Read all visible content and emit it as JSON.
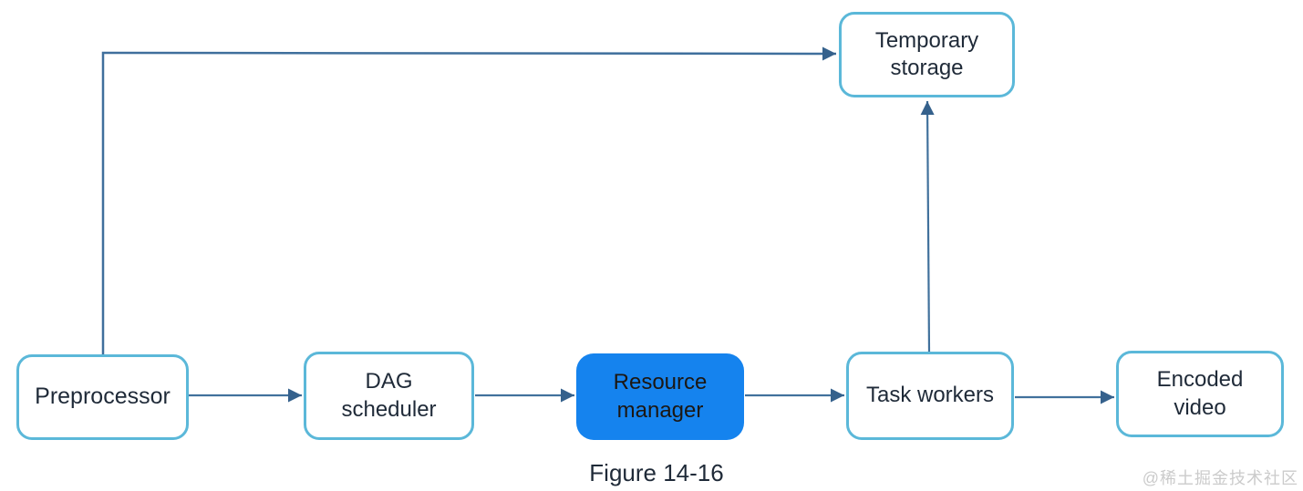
{
  "figure": {
    "caption": "Figure 14-16"
  },
  "watermark": {
    "text": "@稀土掘金技术社区"
  },
  "nodes": [
    {
      "id": "preprocessor",
      "label": "Preprocessor",
      "highlighted": false
    },
    {
      "id": "dag-scheduler",
      "label": "DAG\nscheduler",
      "highlighted": false
    },
    {
      "id": "resource-manager",
      "label": "Resource\nmanager",
      "highlighted": true
    },
    {
      "id": "task-workers",
      "label": "Task workers",
      "highlighted": false
    },
    {
      "id": "encoded-video",
      "label": "Encoded\nvideo",
      "highlighted": false
    },
    {
      "id": "temporary-storage",
      "label": "Temporary\nstorage",
      "highlighted": false
    }
  ],
  "edges": [
    {
      "from": "preprocessor",
      "to": "dag-scheduler"
    },
    {
      "from": "dag-scheduler",
      "to": "resource-manager"
    },
    {
      "from": "resource-manager",
      "to": "task-workers"
    },
    {
      "from": "task-workers",
      "to": "encoded-video"
    },
    {
      "from": "task-workers",
      "to": "temporary-storage"
    },
    {
      "from": "preprocessor",
      "to": "temporary-storage"
    }
  ],
  "colors": {
    "node_border": "#5bb8d9",
    "node_fill": "#ffffff",
    "highlight_fill": "#1583ee",
    "node_text": "#1f2a38",
    "highlight_text": "#1c1712",
    "connector": "#41719c",
    "arrowhead": "#35618c",
    "watermark_text": "#cbcbcb"
  }
}
